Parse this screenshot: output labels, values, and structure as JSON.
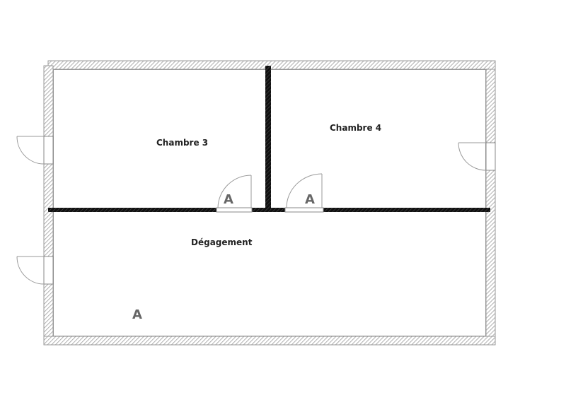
{
  "diagram": {
    "type": "floor_plan",
    "rooms": [
      {
        "name": "Chambre 3",
        "label": "Chambre 3"
      },
      {
        "name": "Chambre 4",
        "label": "Chambre 4"
      },
      {
        "name": "Dégagement",
        "label": "Dégagement"
      }
    ],
    "markers": [
      {
        "label": "A",
        "location": "door Chambre 3"
      },
      {
        "label": "A",
        "location": "door Chambre 4"
      },
      {
        "label": "A",
        "location": "Dégagement"
      }
    ],
    "doors": [
      {
        "wall": "left",
        "room": "Chambre 3"
      },
      {
        "wall": "left",
        "room": "Dégagement"
      },
      {
        "wall": "right",
        "room": "Chambre 4"
      },
      {
        "wall": "interior",
        "between": [
          "Chambre 3",
          "Dégagement"
        ]
      },
      {
        "wall": "interior",
        "between": [
          "Chambre 4",
          "Dégagement"
        ]
      }
    ],
    "colors": {
      "exterior_wall_hatch": "#9a9a9a",
      "interior_wall": "#1a1a1a",
      "door_line": "#888888",
      "label_text": "#222222",
      "marker_text": "#666666"
    }
  }
}
